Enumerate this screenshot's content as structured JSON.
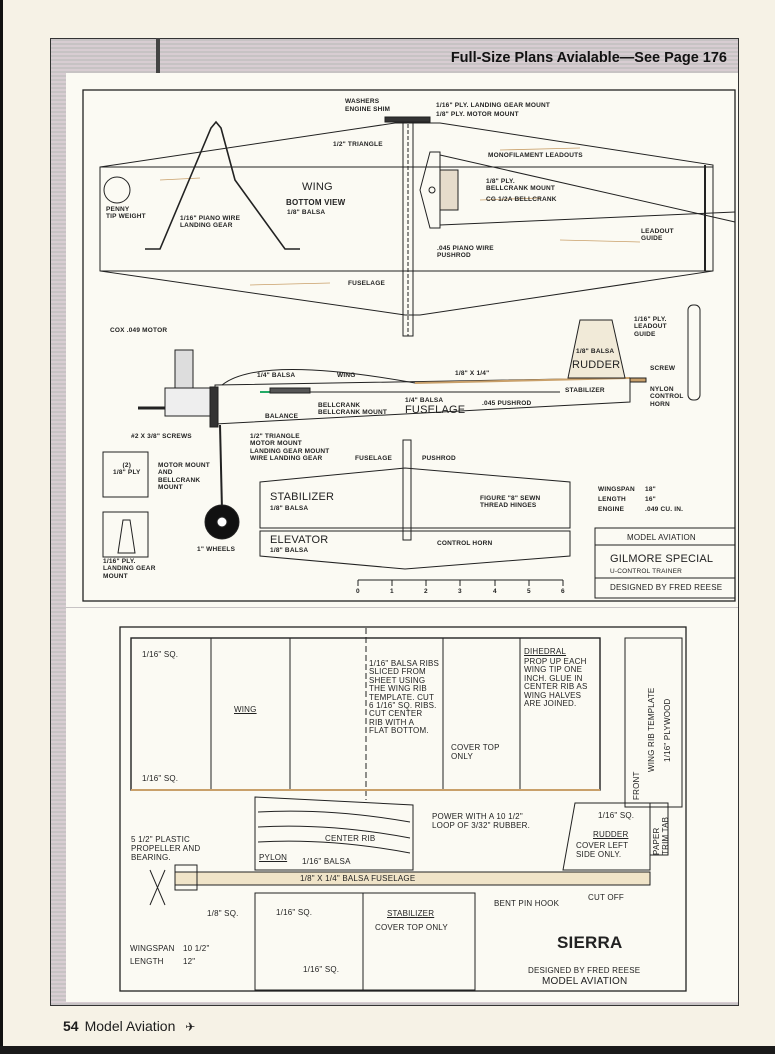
{
  "header": {
    "banner": "Full-Size Plans Avialable—See Page 176"
  },
  "plan1": {
    "washers": "WASHERS",
    "engine_shim": "ENGINE SHIM",
    "lg_mount": "1/16\" PLY. LANDING GEAR MOUNT",
    "motor_mount": "1/8\" PLY. MOTOR MOUNT",
    "triangle": "1/2\" TRIANGLE",
    "monofilament": "MONOFILAMENT LEADOUTS",
    "wing": "WING",
    "bottom_view": "BOTTOM VIEW",
    "wing_balsa": "1/8\" BALSA",
    "penny": "PENNY\nTIP WEIGHT",
    "piano_lg": "1/16\" PIANO WIRE\nLANDING GEAR",
    "bc_mount": "1/8\" PLY.\nBELLCRANK MOUNT",
    "cg_bellcrank": "CG 1/2A BELLCRANK",
    "leadout_guide": "LEADOUT\nGUIDE",
    "piano_pushrod": ".045 PIANO WIRE\nPUSHROD",
    "fuselage": "FUSELAGE",
    "cox": "COX .049 MOTOR",
    "ply_leadout_guide": "1/16\" PLY.\nLEADOUT\nGUIDE",
    "rudder_balsa": "1/8\" BALSA",
    "rudder": "RUDDER",
    "screw": "SCREW",
    "balsa_14": "1/4\" BALSA",
    "wing_side": "WING",
    "spar": "1/8\" X 1/4\"",
    "stabilizer_side": "STABILIZER",
    "nylon_horn": "NYLON\nCONTROL\nHORN",
    "bellcrank": "BELLCRANK\nBELLCRANK MOUNT",
    "fuse_balsa": "1/4\" BALSA",
    "fuse_big": "FUSELAGE",
    "pushrod_045": ".045 PUSHROD",
    "balance": "BALANCE",
    "screws": "#2 X 3/8\" SCREWS",
    "nose_parts": "1/2\" TRIANGLE\nMOTOR MOUNT\nLANDING GEAR MOUNT\nWIRE LANDING GEAR",
    "stab_fuselage": "FUSELAGE",
    "stab_pushrod": "PUSHROD",
    "box1": "(2)\n1/8\" PLY",
    "box1_caption": "MOTOR MOUNT\nAND\nBELLCRANK\nMOUNT",
    "box2_caption": "1/16\" PLY.\nLANDING GEAR\nMOUNT",
    "stabilizer": "STABILIZER",
    "stab_balsa": "1/8\" BALSA",
    "hinges": "FIGURE \"8\" SEWN\nTHREAD HINGES",
    "elevator": "ELEVATOR",
    "elev_balsa": "1/8\" BALSA",
    "control_horn": "CONTROL HORN",
    "wheels": "1\" WHEELS",
    "specs": [
      {
        "k": "WINGSPAN",
        "v": "18\""
      },
      {
        "k": "LENGTH",
        "v": "16\""
      },
      {
        "k": "ENGINE",
        "v": ".049 CU. IN."
      }
    ],
    "title_block": {
      "publisher": "MODEL AVIATION",
      "name": "GILMORE SPECIAL",
      "subtitle": "U-CONTROL TRAINER",
      "designer": "DESIGNED BY FRED REESE"
    },
    "scale": [
      "0",
      "1",
      "2",
      "3",
      "4",
      "5",
      "6"
    ]
  },
  "plan2": {
    "sq_top": "1/16\" SQ.",
    "sq_bottom": "1/16\" SQ.",
    "wing": "WING",
    "ribs_note": "1/16\" BALSA RIBS\nSLICED FROM\nSHEET USING\nTHE WING RIB\nTEMPLATE. CUT\n6 1/16\" SQ. RIBS.\nCUT CENTER\nRIB WITH A\nFLAT BOTTOM.",
    "cover_top": "COVER TOP\nONLY",
    "dihedral": "DIHEDRAL",
    "dihedral_note": "PROP UP EACH\nWING TIP ONE\nINCH. GLUE IN\nCENTER RIB AS\nWING HALVES\nARE JOINED.",
    "template_front": "FRONT",
    "template_name": "WING RIB TEMPLATE",
    "template_ply": "1/16\" PLYWOOD",
    "power": "POWER WITH A 10 1/2\"\nLOOP OF 3/32\" RUBBER.",
    "propeller": "5 1/2\" PLASTIC\nPROPELLER AND\nBEARING.",
    "center_rib": "CENTER RIB",
    "pylon": "PYLON",
    "pylon_balsa": "1/16\" BALSA",
    "fuselage": "1/8\" X 1/4\" BALSA FUSELAGE",
    "rudder_sq": "1/16\" SQ.",
    "rudder": "RUDDER",
    "rudder_note": "COVER LEFT\nSIDE ONLY.",
    "trim_tab": "PAPER\nTRIM TAB",
    "pin_hook": "BENT PIN HOOK",
    "cut_off": "CUT OFF",
    "sq_18": "1/8\" SQ.",
    "stab_sq1": "1/16\" SQ.",
    "stab_sq2": "1/16\" SQ.",
    "stabilizer": "STABILIZER",
    "stab_note": "COVER TOP ONLY",
    "specs": [
      {
        "k": "WINGSPAN",
        "v": "10 1/2\""
      },
      {
        "k": "LENGTH",
        "v": "12\""
      }
    ],
    "name": "SIERRA",
    "designer": "DESIGNED BY FRED REESE",
    "publisher": "MODEL AVIATION"
  },
  "footer": {
    "page": "54",
    "magazine": "Model Aviation",
    "icon": "airplane-icon"
  }
}
